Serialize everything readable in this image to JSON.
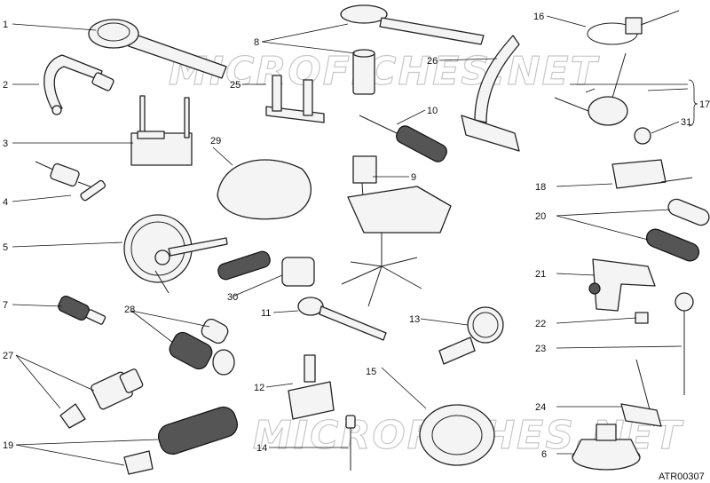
{
  "watermark": "MICROFICHES.NET",
  "drawing_code": "ATR00307",
  "callouts": [
    "1",
    "2",
    "3",
    "4",
    "5",
    "6",
    "7",
    "8",
    "9",
    "10",
    "11",
    "12",
    "13",
    "14",
    "15",
    "16",
    "17",
    "18",
    "19",
    "20",
    "21",
    "22",
    "23",
    "24",
    "25",
    "26",
    "27",
    "28",
    "29",
    "30",
    "31"
  ],
  "colors": {
    "ink": "#111111",
    "watermark": "#c8c8c8"
  }
}
